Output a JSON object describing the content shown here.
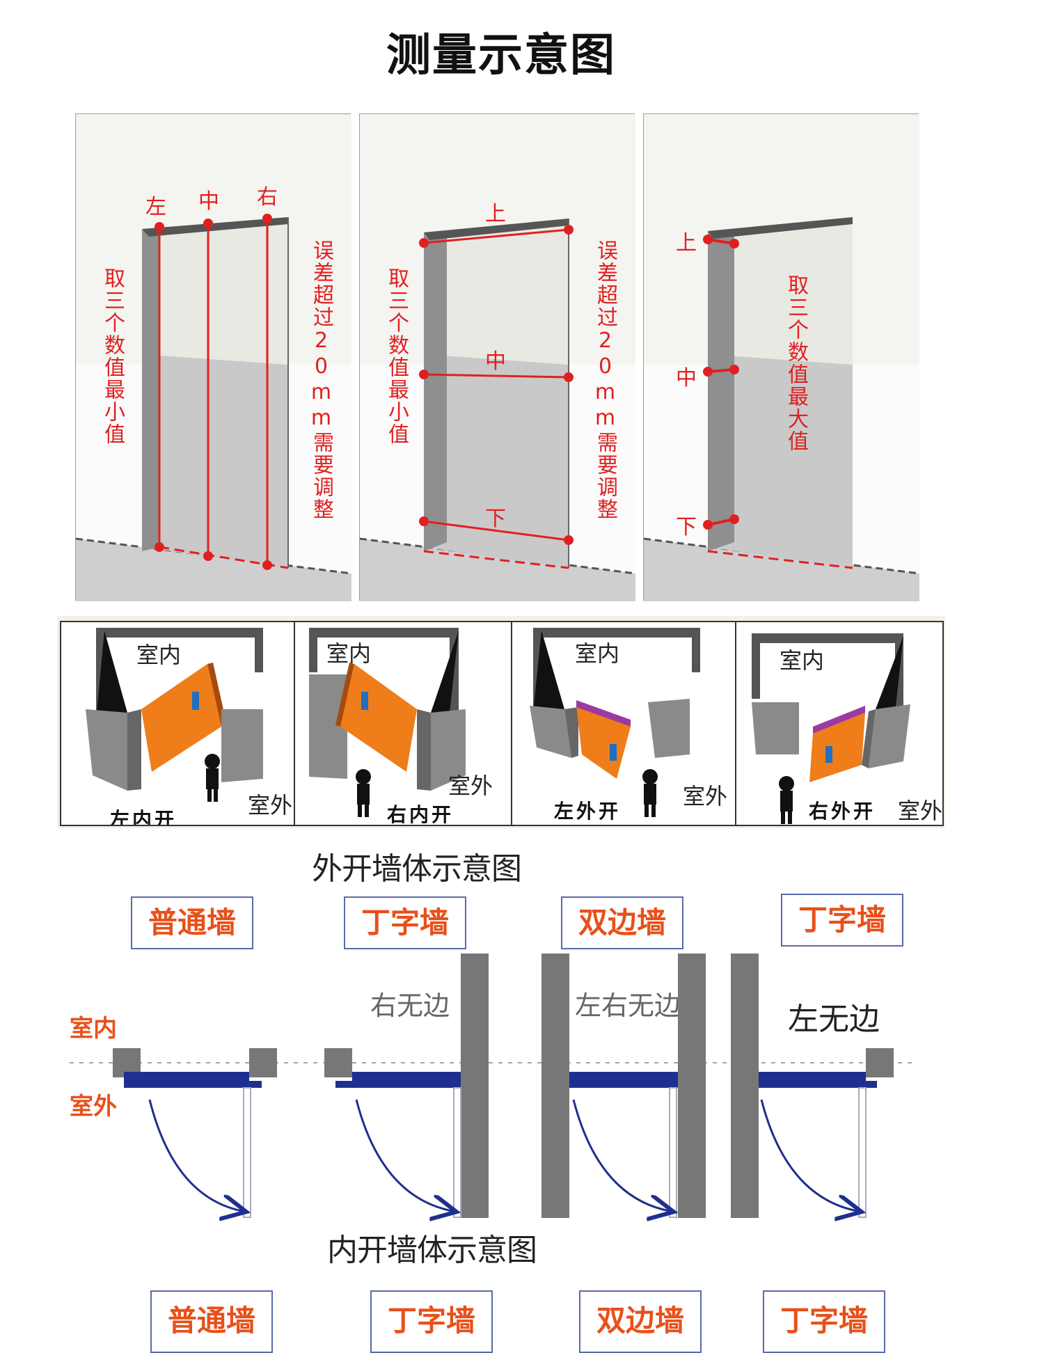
{
  "title": "测量示意图",
  "measure_panels": [
    {
      "top_labels": [
        "左",
        "中",
        "右"
      ],
      "left_note": "取三个数值最小值",
      "right_note": "误差超过20mm需要调整"
    },
    {
      "row_labels": [
        "上",
        "中",
        "下"
      ],
      "left_note": "取三个数值最小值",
      "right_note": "误差超过20mm需要调整"
    },
    {
      "row_labels": [
        "上",
        "中",
        "下"
      ],
      "right_note": "取三个数值最大值"
    }
  ],
  "opening_types": [
    {
      "indoor": "室内",
      "outdoor": "室外",
      "name": "左内开"
    },
    {
      "indoor": "室内",
      "outdoor": "室外",
      "name": "右内开"
    },
    {
      "indoor": "室内",
      "outdoor": "室外",
      "name": "左外开"
    },
    {
      "indoor": "室内",
      "outdoor": "室外",
      "name": "右外开"
    }
  ],
  "outward_section": {
    "title": "外开墙体示意图",
    "indoor_label": "室内",
    "outdoor_label": "室外",
    "walls": [
      {
        "type": "普通墙",
        "note": ""
      },
      {
        "type": "丁字墙",
        "note": "右无边"
      },
      {
        "type": "双边墙",
        "note": "左右无边"
      },
      {
        "type": "丁字墙",
        "note": "左无边"
      }
    ]
  },
  "inward_section": {
    "title": "内开墙体示意图",
    "walls": [
      {
        "type": "普通墙"
      },
      {
        "type": "丁字墙"
      },
      {
        "type": "双边墙"
      },
      {
        "type": "丁字墙"
      }
    ]
  },
  "colors": {
    "measure_red": "#e02020",
    "wall_label_orange": "#e8501a",
    "door_orange": "#ee7d1a",
    "door_blue": "#1f2f8f",
    "wall_gray": "#7a7574"
  }
}
